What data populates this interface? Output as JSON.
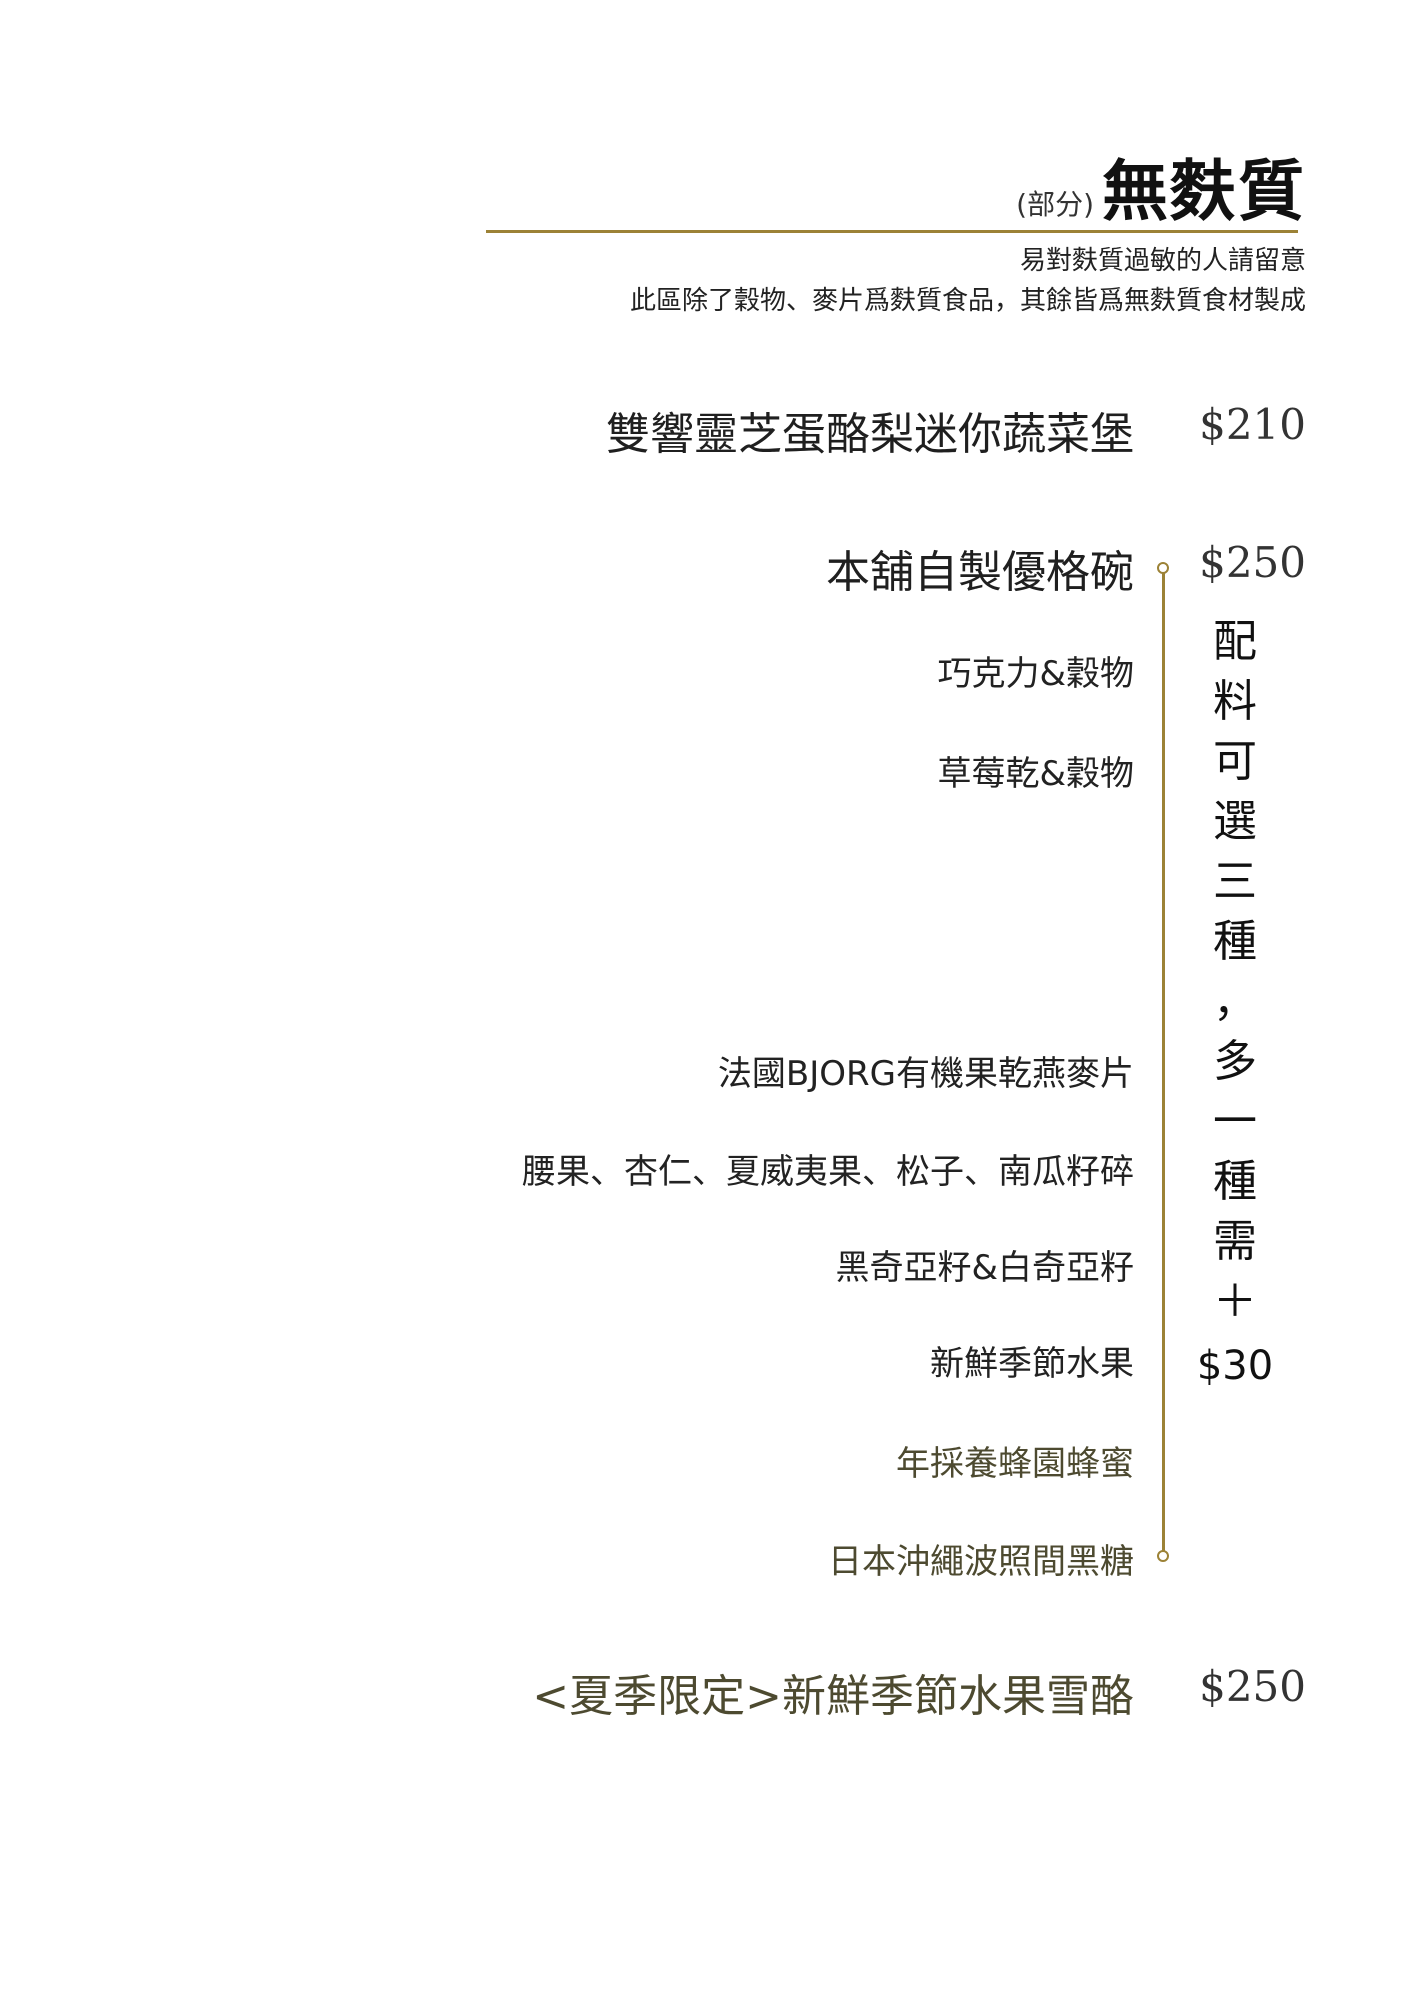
{
  "header": {
    "prefix": "(部分)",
    "title": "無麩質",
    "note_line1": "易對麩質過敏的人請留意",
    "note_line2": "此區除了穀物、麥片爲麩質食品，其餘皆爲無麩質食材製成"
  },
  "items": [
    {
      "name": "雙響靈芝蛋酪梨迷你蔬菜堡",
      "price": "$210"
    },
    {
      "name": "本舖自製優格碗",
      "price": "$250"
    },
    {
      "name": "<夏季限定>新鮮季節水果雪酪",
      "price": "$250"
    }
  ],
  "toppings": [
    "巧克力&穀物",
    "草莓乾&穀物",
    "法國BJORG有機果乾燕麥片",
    "腰果、杏仁、夏威夷果、松子、南瓜籽碎",
    "黑奇亞籽&白奇亞籽",
    "新鮮季節水果",
    "年採養蜂園蜂蜜",
    "日本沖繩波照間黑糖"
  ],
  "topping_note_chars": [
    "配",
    "料",
    "可",
    "選",
    "三",
    "種",
    "，",
    "多",
    "一",
    "種",
    "需",
    "＋"
  ],
  "topping_note_price": "$30",
  "colors": {
    "accent_gold": "#9c8236",
    "olive_text": "#4d4a30"
  }
}
